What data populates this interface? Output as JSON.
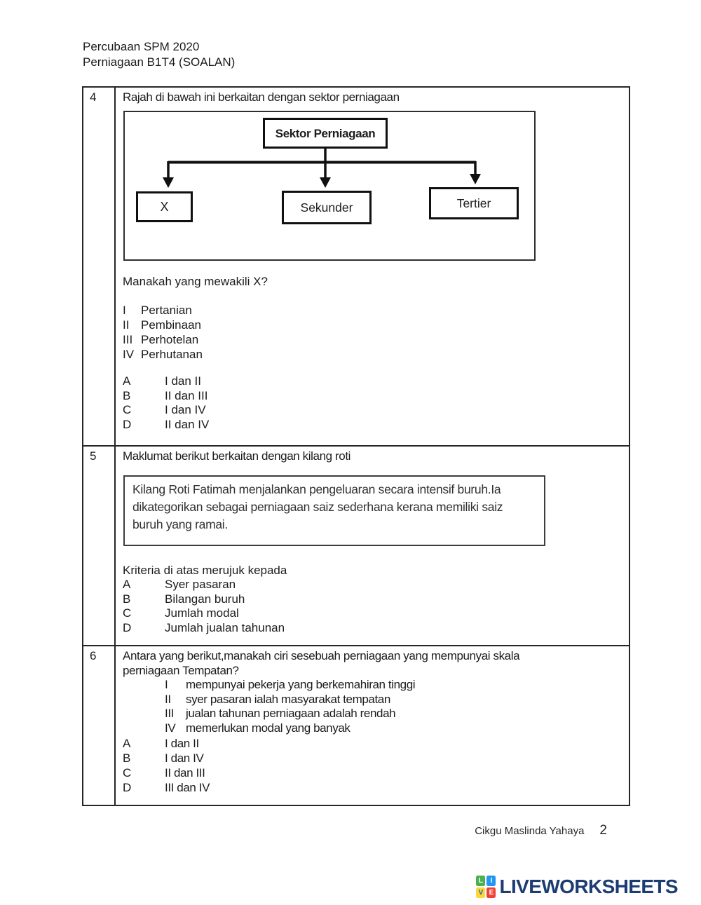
{
  "header": {
    "line1": "Percubaan SPM 2020",
    "line2": "Perniagaan B1T4 (SOALAN)"
  },
  "q4": {
    "number": "4",
    "text": "Rajah di bawah ini berkaitan dengan sektor perniagaan",
    "diagram": {
      "root": "Sektor Perniagaan",
      "children": [
        "X",
        "Sekunder",
        "Tertier"
      ]
    },
    "prompt": "Manakah yang mewakili X?",
    "statements": [
      {
        "n": "I",
        "t": "Pertanian"
      },
      {
        "n": "II",
        "t": "Pembinaan"
      },
      {
        "n": "III",
        "t": "Perhotelan"
      },
      {
        "n": "IV",
        "t": "Perhutanan"
      }
    ],
    "options": [
      {
        "l": "A",
        "t": "I dan II"
      },
      {
        "l": "B",
        "t": "II dan III"
      },
      {
        "l": "C",
        "t": "I dan IV"
      },
      {
        "l": "D",
        "t": "II dan IV"
      }
    ]
  },
  "q5": {
    "number": "5",
    "text": "Maklumat berikut berkaitan dengan kilang roti",
    "box_lines": [
      "Kilang Roti Fatimah menjalankan pengeluaran secara intensif buruh.Ia",
      "dikategorikan sebagai perniagaan saiz sederhana kerana memiliki saiz",
      "buruh yang ramai."
    ],
    "prompt": "Kriteria di atas merujuk kepada",
    "options": [
      {
        "l": "A",
        "t": "Syer pasaran"
      },
      {
        "l": "B",
        "t": "Bilangan buruh"
      },
      {
        "l": "C",
        "t": "Jumlah modal"
      },
      {
        "l": "D",
        "t": "Jumlah jualan tahunan"
      }
    ]
  },
  "q6": {
    "number": "6",
    "text_line1": "Antara yang berikut,manakah ciri sesebuah perniagaan yang mempunyai skala",
    "text_line2": "perniagaan Tempatan?",
    "statements": [
      {
        "n": "I",
        "t": "mempunyai pekerja yang berkemahiran tinggi"
      },
      {
        "n": "II",
        "t": "syer pasaran ialah masyarakat tempatan"
      },
      {
        "n": "III",
        "t": "jualan tahunan perniagaan adalah rendah"
      },
      {
        "n": "IV",
        "t": "memerlukan modal yang banyak"
      }
    ],
    "options": [
      {
        "l": "A",
        "t": "I dan II"
      },
      {
        "l": "B",
        "t": "I dan IV"
      },
      {
        "l": "C",
        "t": "II dan III"
      },
      {
        "l": "D",
        "t": "III dan IV"
      }
    ]
  },
  "footer": {
    "author": "Cikgu Maslinda Yahaya",
    "page": "2"
  },
  "logo": {
    "wordmark": "LIVEWORKSHEETS",
    "wordmark_color": "#1c3c72",
    "squares": [
      {
        "letter": "L",
        "bg": "#4caf50",
        "fg": "#ffffff"
      },
      {
        "letter": "I",
        "bg": "#2196f3",
        "fg": "#ffffff"
      },
      {
        "letter": "V",
        "bg": "#fdd835",
        "fg": "#1565c0"
      },
      {
        "letter": "E",
        "bg": "#ef4136",
        "fg": "#ffffff"
      }
    ]
  }
}
